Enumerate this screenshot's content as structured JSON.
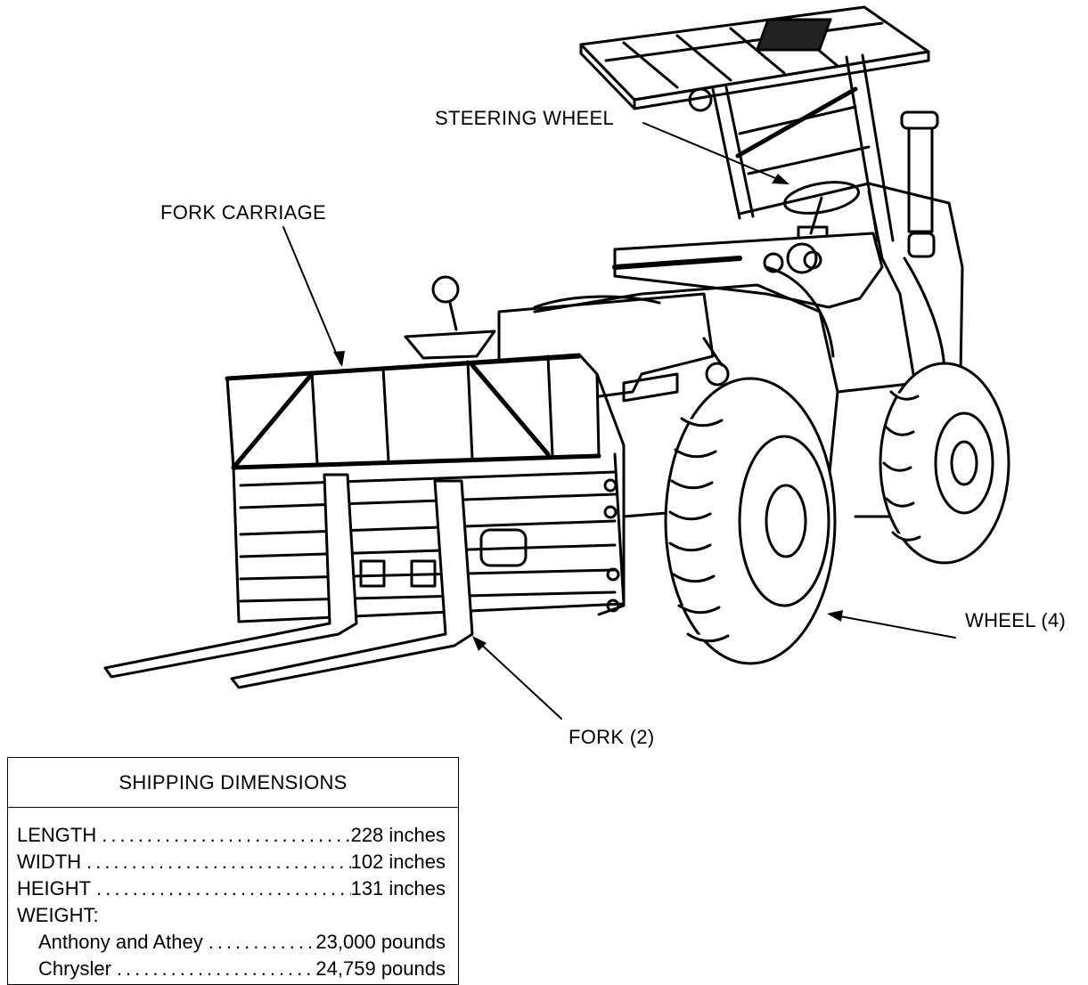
{
  "callouts": {
    "steering_wheel": "STEERING WHEEL",
    "fork_carriage": "FORK CARRIAGE",
    "wheel": "WHEEL (4)",
    "fork": "FORK (2)"
  },
  "shipping": {
    "title": "SHIPPING DIMENSIONS",
    "rows": [
      {
        "label": "LENGTH",
        "value": "228 inches"
      },
      {
        "label": "WIDTH",
        "value": "102 inches"
      },
      {
        "label": "HEIGHT",
        "value": "131 inches"
      },
      {
        "label": "WEIGHT:",
        "value": ""
      },
      {
        "label": "Anthony and Athey",
        "value": "23,000 pounds"
      },
      {
        "label": "Chrysler",
        "value": "24,759 pounds"
      }
    ]
  }
}
